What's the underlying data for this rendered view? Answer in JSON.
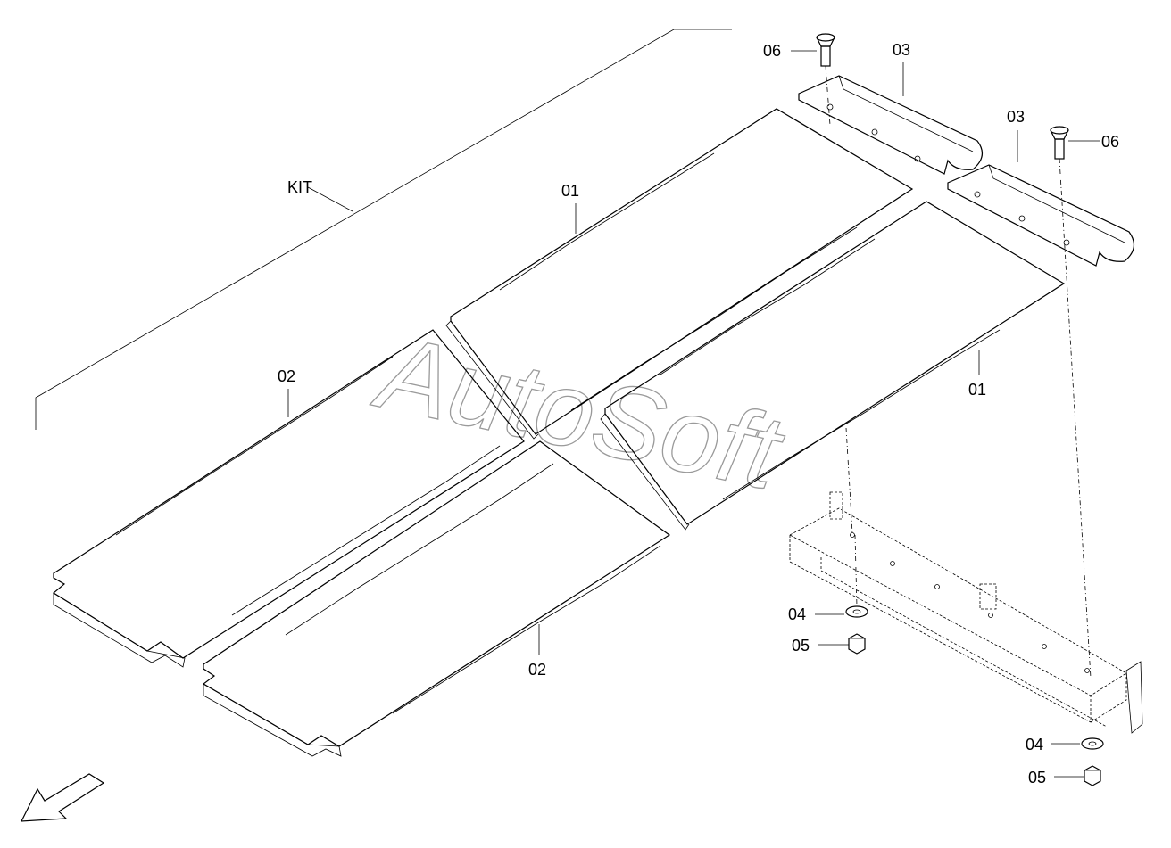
{
  "labels": {
    "kit": "KIT",
    "p01a": "01",
    "p01b": "01",
    "p02a": "02",
    "p02b": "02",
    "p03a": "03",
    "p03b": "03",
    "p04a": "04",
    "p04b": "04",
    "p05a": "05",
    "p05b": "05",
    "p06a": "06",
    "p06b": "06"
  },
  "watermark": "AutoSoft",
  "icons": {
    "direction": "front-direction-arrow-icon"
  }
}
